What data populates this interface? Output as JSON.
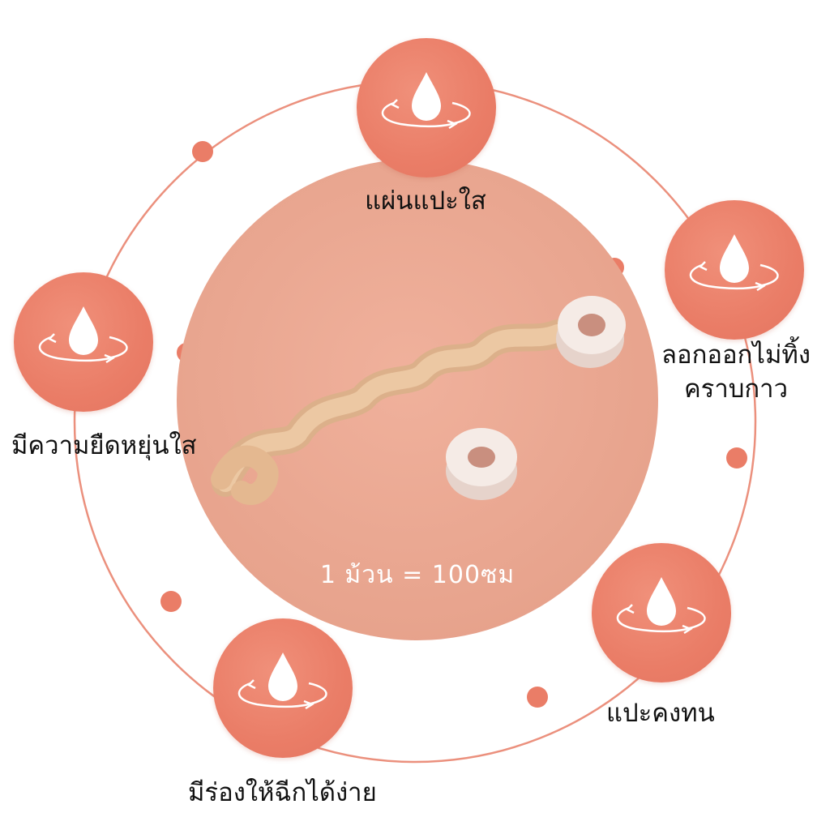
{
  "colors": {
    "accent": "#e97c66",
    "ring_line": "#eb907d",
    "center_disc": "#e9a690",
    "tape": "#e8c29c",
    "spool": "#f3e6e0"
  },
  "features": [
    {
      "label": "แผ่นแปะใส",
      "icon": "water-drop-rotate-icon"
    },
    {
      "label_line1": "ลอกออกไม่ทิ้ง",
      "label_line2": "คราบกาว",
      "icon": "water-drop-rotate-icon"
    },
    {
      "label": "แปะคงทน",
      "icon": "water-drop-rotate-icon"
    },
    {
      "label": "มีร่องให้ฉีกได้ง่าย",
      "icon": "water-drop-rotate-icon"
    },
    {
      "label": "มีความยืดหยุ่นใส",
      "icon": "water-drop-rotate-icon"
    }
  ],
  "product": {
    "caption": "1 ม้วน = 100ซม",
    "image": "tape-roll-image"
  }
}
